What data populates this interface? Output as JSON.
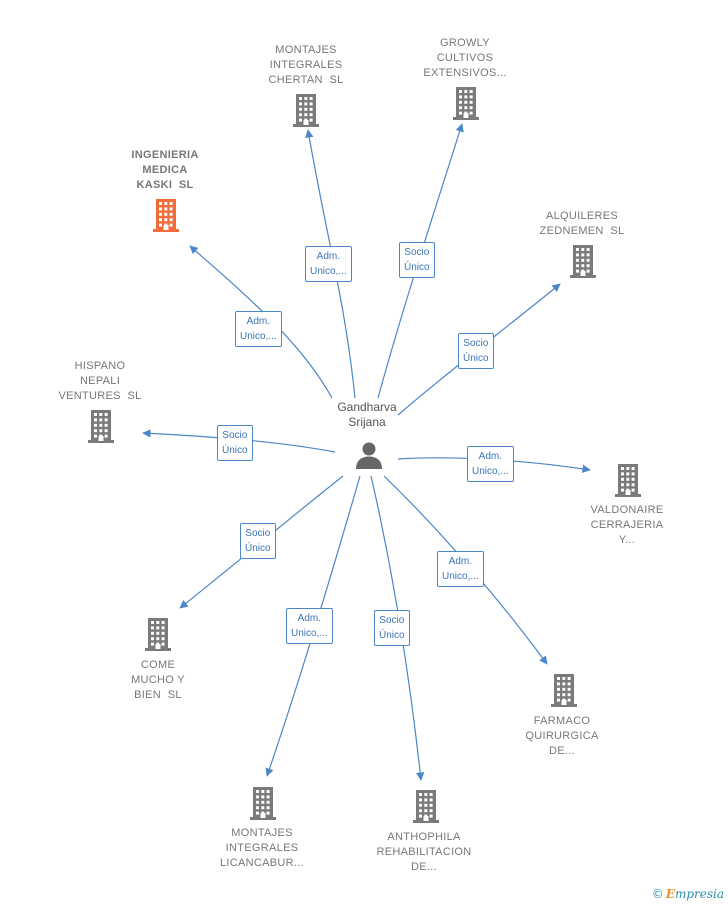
{
  "center": {
    "label_lines": [
      "Gandharva",
      "Srijana"
    ],
    "icon": "person-icon"
  },
  "nodes": [
    {
      "id": "montajes-chertan",
      "label_lines": [
        "MONTAJES",
        "INTEGRALES",
        "CHERTAN  SL"
      ],
      "highlight": false
    },
    {
      "id": "growly",
      "label_lines": [
        "GROWLY",
        "CULTIVOS",
        "EXTENSIVOS..."
      ],
      "highlight": false
    },
    {
      "id": "ingenieria",
      "label_lines": [
        "INGENIERIA",
        "MEDICA",
        "KASKI  SL"
      ],
      "highlight": true
    },
    {
      "id": "alquileres",
      "label_lines": [
        "ALQUILERES",
        "ZEDNEMEN  SL"
      ],
      "highlight": false
    },
    {
      "id": "hispano",
      "label_lines": [
        "HISPANO",
        "NEPALI",
        "VENTURES  SL"
      ],
      "highlight": false
    },
    {
      "id": "valdonaire",
      "label_lines": [
        "VALDONAIRE",
        "CERRAJERIA",
        "Y..."
      ],
      "highlight": false
    },
    {
      "id": "come",
      "label_lines": [
        "COME",
        "MUCHO Y",
        "BIEN  SL"
      ],
      "highlight": false
    },
    {
      "id": "farmaco",
      "label_lines": [
        "FARMACO",
        "QUIRURGICA",
        "DE..."
      ],
      "highlight": false
    },
    {
      "id": "licancabur",
      "label_lines": [
        "MONTAJES",
        "INTEGRALES",
        "LICANCABUR..."
      ],
      "highlight": false
    },
    {
      "id": "anthophila",
      "label_lines": [
        "ANTHOPHILA",
        "REHABILITACION",
        "DE..."
      ],
      "highlight": false
    }
  ],
  "edges": [
    {
      "to": "montajes-chertan",
      "label_lines": [
        "Adm.",
        "Unico,..."
      ]
    },
    {
      "to": "growly",
      "label_lines": [
        "Socio",
        "Único"
      ]
    },
    {
      "to": "ingenieria",
      "label_lines": [
        "Adm.",
        "Unico,..."
      ]
    },
    {
      "to": "alquileres",
      "label_lines": [
        "Socio",
        "Único"
      ]
    },
    {
      "to": "hispano",
      "label_lines": [
        "Socio",
        "Único"
      ]
    },
    {
      "to": "valdonaire",
      "label_lines": [
        "Adm.",
        "Unico,..."
      ]
    },
    {
      "to": "come",
      "label_lines": [
        "Socio",
        "Único"
      ]
    },
    {
      "to": "farmaco",
      "label_lines": [
        "Adm.",
        "Unico,..."
      ]
    },
    {
      "to": "licancabur",
      "label_lines": [
        "Adm.",
        "Unico,..."
      ]
    },
    {
      "to": "anthophila",
      "label_lines": [
        "Socio",
        "Único"
      ]
    }
  ],
  "colors": {
    "edge": "#4a86c8",
    "building": "#7a7a7a",
    "building_highlight": "#f26b3a",
    "person": "#666666"
  },
  "footer": {
    "copyright_symbol": "©",
    "brand_initial": "E",
    "brand_rest": "mpresia"
  }
}
